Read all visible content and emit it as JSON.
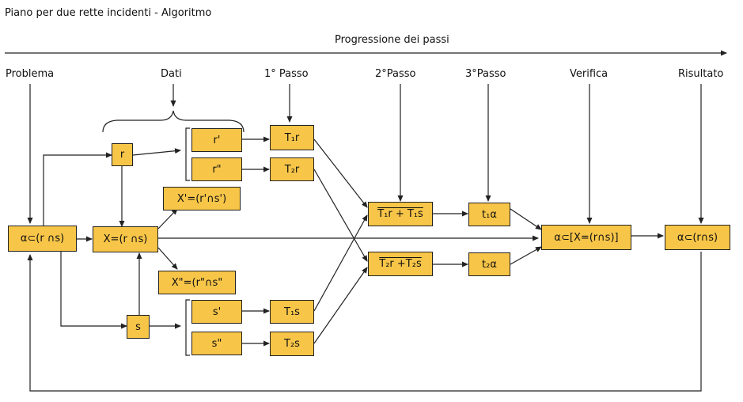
{
  "title": "Piano per due rette incidenti - Algoritmo",
  "progression": "Progressione dei passi",
  "columns": {
    "problema": "Problema",
    "dati": "Dati",
    "passo1": "1° Passo",
    "passo2": "2°Passo",
    "passo3": "3°Passo",
    "verifica": "Verifica",
    "risultato": "Risultato"
  },
  "nodes": {
    "alpha_r_s": "α⊂(r ∩s)",
    "x_rs": "X=(r ∩s)",
    "r": "r",
    "s": "s",
    "r1": "r'",
    "r2": "r\"",
    "s1": "s'",
    "s2": "s\"",
    "x1": "X'=(r'∩s')",
    "x2": "X\"=(r\"∩s\"",
    "t1r": "T₁r",
    "t2r": "T₂r",
    "t1s": "T₁s",
    "t2s": "T₂s",
    "sum1": "T₁r + T₁s",
    "sum2": "T₂r +T₂s",
    "t1a": "t₁α",
    "t2a": "t₂α",
    "verifica_box": "α⊂[X=(r∩s)]",
    "risultato_box": "α⊂(r∩s)"
  }
}
